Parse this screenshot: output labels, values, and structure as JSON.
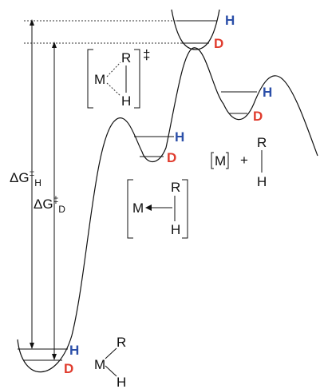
{
  "energy_labels": {
    "dg_h": {
      "main": "ΔG",
      "dagger": "‡",
      "sub": "H"
    },
    "dg_d": {
      "main": "ΔG",
      "dagger": "‡",
      "sub": "D"
    }
  },
  "isotope_labels": {
    "h": "H",
    "d": "D"
  },
  "ts_complex": {
    "metal": "M",
    "r": "R",
    "h": "H",
    "dagger": "‡"
  },
  "sigma_complex": {
    "metal": "M",
    "r": "R",
    "h": "H"
  },
  "products": {
    "metal": "M",
    "plus": "+",
    "r": "R",
    "h": "H"
  },
  "reactant": {
    "metal": "M",
    "r": "R",
    "h": "H"
  },
  "colors": {
    "h_label": "#2b4fa8",
    "d_label": "#e03c2e"
  }
}
